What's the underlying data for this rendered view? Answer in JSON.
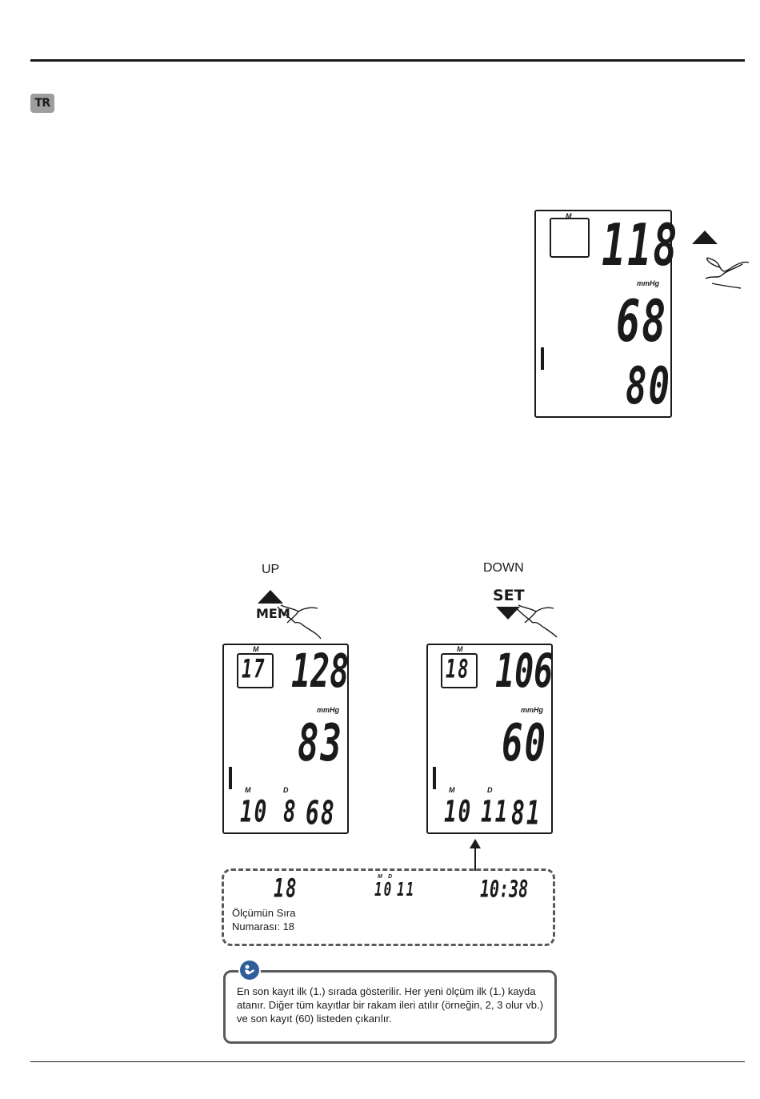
{
  "header": {
    "language_badge": "TR"
  },
  "top_lcd": {
    "memory_label": "M",
    "systolic": "118",
    "unit": "mmHg",
    "diastolic": "68",
    "pulse": "80"
  },
  "up_panel": {
    "caption": "UP",
    "button_label": "MEM",
    "lcd": {
      "memory_label": "M",
      "memory_number": "17",
      "systolic": "128",
      "unit": "mmHg",
      "diastolic": "83",
      "month_label": "M",
      "day_label": "D",
      "month": "10",
      "day": "8",
      "pulse": "68"
    }
  },
  "down_panel": {
    "caption": "DOWN",
    "button_label": "SET",
    "lcd": {
      "memory_label": "M",
      "memory_number": "18",
      "systolic": "106",
      "unit": "mmHg",
      "diastolic": "60",
      "month_label": "M",
      "day_label": "D",
      "month": "10",
      "day": "11",
      "pulse": "81"
    }
  },
  "sequence_box": {
    "sequence_value": "18",
    "month_label": "M",
    "day_label": "D",
    "month": "10",
    "day": "11",
    "time": "10:38",
    "label_line1": "Ölçümün Sıra",
    "label_line2": "Numarası: 18"
  },
  "note": {
    "text": "En son kayıt ilk (1.) sırada gösterilir. Her yeni ölçüm ilk (1.) kayda atanır. Diğer tüm kayıtlar bir rakam ileri atılır (örneğin, 2, 3 olur vb.) ve son kayıt (60) listeden çıkarılır."
  }
}
